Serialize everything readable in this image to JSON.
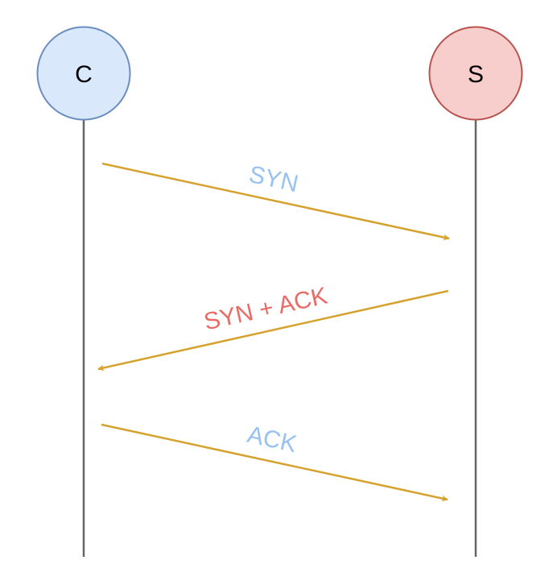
{
  "diagram": {
    "title": "TCP three-way handshake",
    "participants": [
      {
        "id": "client",
        "label": "C",
        "fill": "#dae8fc",
        "stroke": "#6c8ebf"
      },
      {
        "id": "server",
        "label": "S",
        "fill": "#f8cecc",
        "stroke": "#b85450"
      }
    ],
    "lifeline_color": "#666666",
    "arrow_color": "#d6a22e",
    "messages": [
      {
        "from": "client",
        "to": "server",
        "label": "SYN",
        "label_color": "#99c2f0"
      },
      {
        "from": "server",
        "to": "client",
        "label": "SYN + ACK",
        "label_color": "#ea6b66"
      },
      {
        "from": "client",
        "to": "server",
        "label": "ACK",
        "label_color": "#99c2f0"
      }
    ]
  }
}
